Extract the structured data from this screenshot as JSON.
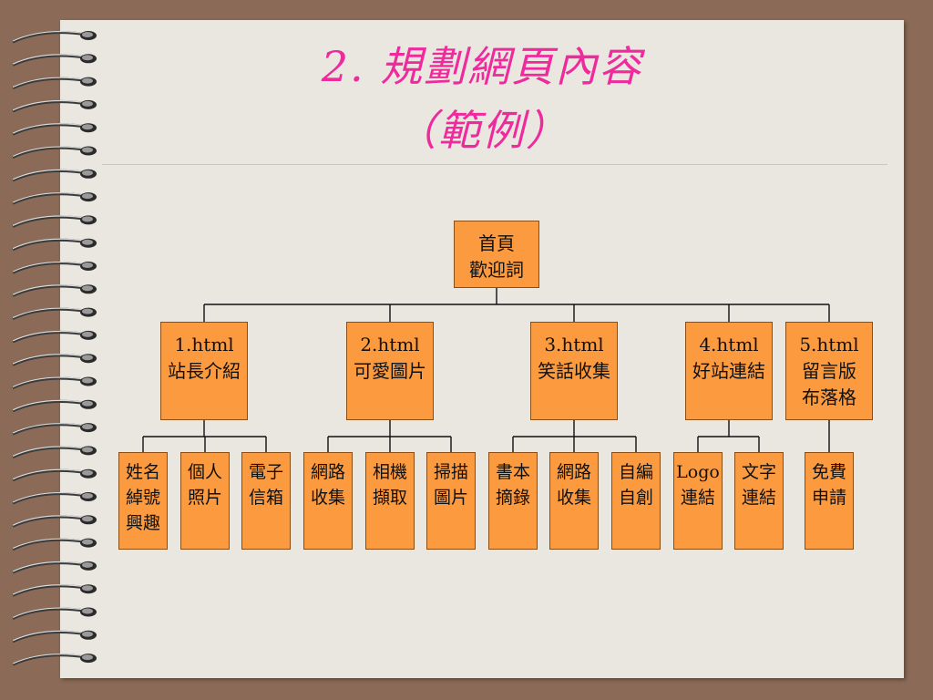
{
  "title": {
    "line1": "2. 規劃網頁內容",
    "line2": "（範例）"
  },
  "root": {
    "lines": [
      "首頁",
      "歡迎詞"
    ]
  },
  "branches": [
    {
      "lines": [
        "1.html",
        "站長介紹"
      ],
      "children": [
        {
          "lines": [
            "姓名",
            "綽號",
            "興趣"
          ]
        },
        {
          "lines": [
            "個人",
            "照片"
          ]
        },
        {
          "lines": [
            "電子",
            "信箱"
          ]
        }
      ]
    },
    {
      "lines": [
        "2.html",
        "可愛圖片"
      ],
      "children": [
        {
          "lines": [
            "網路",
            "收集"
          ]
        },
        {
          "lines": [
            "相機",
            "擷取"
          ]
        },
        {
          "lines": [
            "掃描",
            "圖片"
          ]
        }
      ]
    },
    {
      "lines": [
        "3.html",
        "笑話收集"
      ],
      "children": [
        {
          "lines": [
            "書本",
            "摘錄"
          ]
        },
        {
          "lines": [
            "網路",
            "收集"
          ]
        },
        {
          "lines": [
            "自編",
            "自創"
          ]
        }
      ]
    },
    {
      "lines": [
        "4.html",
        "好站連結"
      ],
      "children": [
        {
          "lines": [
            "Logo",
            "連結"
          ]
        },
        {
          "lines": [
            "文字",
            "連結"
          ]
        }
      ]
    },
    {
      "lines": [
        "5.html",
        "留言版",
        "布落格"
      ],
      "children": [
        {
          "lines": [
            "免費",
            "申請"
          ]
        }
      ]
    }
  ],
  "colors": {
    "title": "#ee2a9c",
    "box_fill": "#fb9a3f",
    "box_border": "#8c4d12",
    "paper": "#eae6e0",
    "frame": "#8b6b57"
  }
}
